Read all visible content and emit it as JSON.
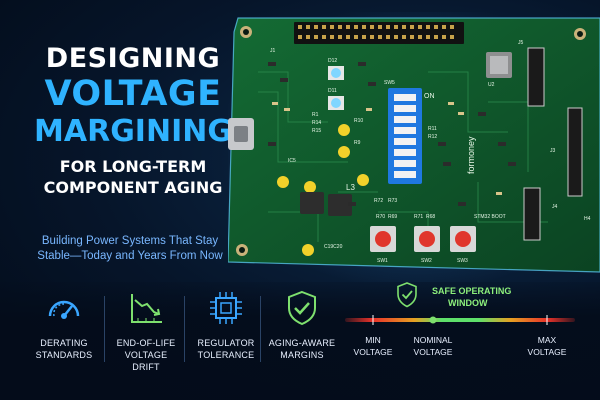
{
  "title": {
    "line1": "DESIGNING",
    "line2": "VOLTAGE",
    "line3": "MARGINING",
    "line4": "FOR LONG-TERM",
    "line5": "COMPONENT AGING"
  },
  "subtitle": {
    "line1": "Building Power Systems That Stay",
    "line2": "Stable—Today and Years From Now"
  },
  "board": {
    "brand": "formoney",
    "labels": {
      "d12": "D12",
      "d11": "D11",
      "on": "ON",
      "r1": "R1",
      "r14": "R14",
      "r15": "R15",
      "r10": "R10",
      "r9": "R9",
      "r11": "R11",
      "r12": "R12",
      "l3": "L3",
      "r70": "R70",
      "r69": "R69",
      "r71": "R71",
      "r68": "R68",
      "r72": "R72",
      "r73": "R73",
      "sw1": "SW1",
      "sw2": "SW2",
      "sw3": "SW3",
      "boot": "STM32 BOOT",
      "c19": "C19C20",
      "j3": "J3",
      "j4": "J4",
      "h4": "H4",
      "j5": "J5",
      "u2": "U2",
      "ic": "IC5",
      "j1": "J1",
      "sw_label": "SW5"
    }
  },
  "features": [
    {
      "icon": "gauge-icon",
      "line1": "DERATING",
      "line2": "STANDARDS"
    },
    {
      "icon": "declining-chart-icon",
      "line1": "END-OF-LIFE",
      "line2": "VOLTAGE DRIFT"
    },
    {
      "icon": "chip-icon",
      "line1": "REGULATOR",
      "line2": "TOLERANCE"
    },
    {
      "icon": "shield-check-icon",
      "line1": "AGING-AWARE",
      "line2": "MARGINS"
    }
  ],
  "safe_window": {
    "title_line1": "SAFE OPERATING",
    "title_line2": "WINDOW",
    "min_line1": "MIN",
    "min_line2": "VOLTAGE",
    "nom_line1": "NOMINAL",
    "nom_line2": "VOLTAGE",
    "max_line1": "MAX",
    "max_line2": "VOLTAGE"
  },
  "colors": {
    "accent_blue": "#2fb3ff",
    "pcb_green": "#0f5a2c",
    "safe_green": "#5ee06a",
    "danger_red": "#e8322a",
    "switch_blue": "#1f78e0"
  }
}
